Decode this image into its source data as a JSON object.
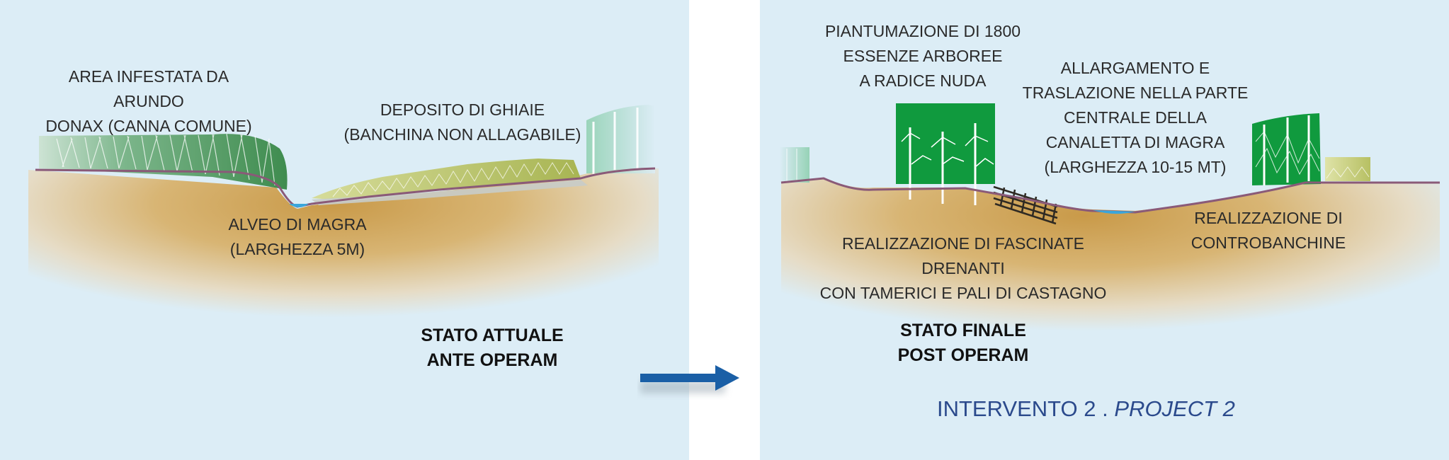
{
  "left_panel": {
    "labels": {
      "arundo": "AREA INFESTATA DA ARUNDO\nDONAX (CANNA COMUNE)",
      "gravel": "DEPOSITO DI GHIAIE\n(BANCHINA NON ALLAGABILE)",
      "channel": "ALVEO DI MAGRA\n(LARGHEZZA 5M)"
    },
    "state": "STATO ATTUALE\nANTE OPERAM"
  },
  "right_panel": {
    "labels": {
      "planting": "PIANTUMAZIONE DI 1800\nESSENZE ARBOREE\nA RADICE NUDA",
      "widening": "ALLARGAMENTO E\nTRASLAZIONE NELLA PARTE\nCENTRALE DELLA\nCANALETTA DI MAGRA\n(LARGHEZZA 10-15 MT)",
      "fascines": "REALIZZAZIONE DI FASCINATE DRENANTI\nCON TAMERICI E PALI DI CASTAGNO",
      "counterbanks": "REALIZZAZIONE DI\nCONTROBANCHINE"
    },
    "state": "STATO FINALE\nPOST OPERAM"
  },
  "project": {
    "title": "INTERVENTO 2 .",
    "subtitle": "PROJECT 2"
  },
  "colors": {
    "background": "#dcedf6",
    "soil": "#c99a49",
    "water": "#3aa6dc",
    "vegetation_dark": "#0f8f3c",
    "vegetation_reed": "#4e9a56",
    "gravel": "#b3bb56",
    "arrow": "#1a5fa6",
    "project_text": "#2b4a8c"
  }
}
